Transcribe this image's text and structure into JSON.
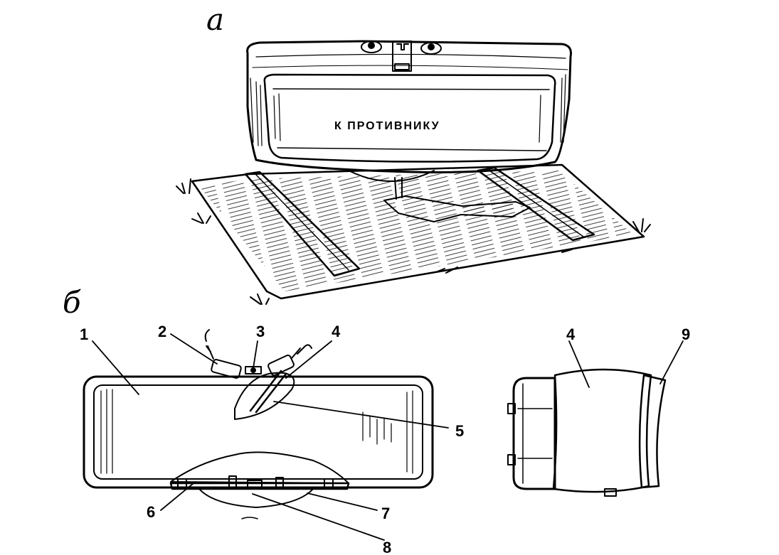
{
  "panels": {
    "a": {
      "letter": "а"
    },
    "b": {
      "letter": "б"
    }
  },
  "mine": {
    "caption": "К ПРОТИВНИКУ"
  },
  "labels": [
    "1",
    "2",
    "3",
    "4",
    "5",
    "6",
    "7",
    "8",
    "4",
    "9"
  ],
  "colors": {
    "ink": "#000000",
    "paper": "#ffffff"
  }
}
